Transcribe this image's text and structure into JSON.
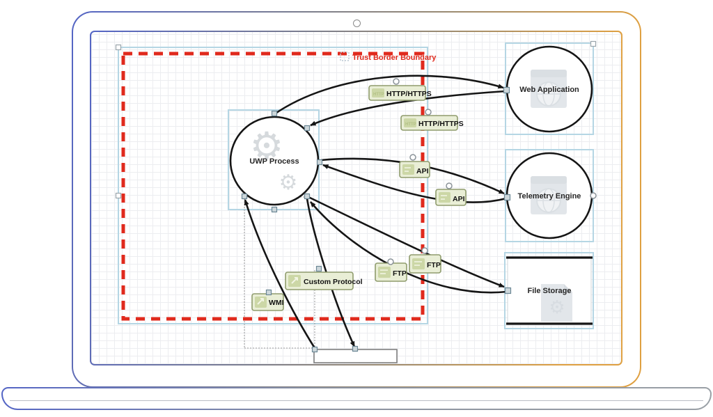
{
  "diagram": {
    "trust_boundary": {
      "label": "Trust Border Boundary"
    },
    "nodes": {
      "uwp": "UWP Process",
      "web": "Web Application",
      "telemetry": "Telemetry Engine",
      "storage": "File Storage"
    },
    "flows": {
      "http1": "HTTP/HTTPS",
      "http2": "HTTP/HTTPS",
      "api1": "API",
      "api2": "API",
      "ftp1": "FTP",
      "ftp2": "FTP",
      "custom": "Custom Protocol",
      "wmi": "WMI"
    },
    "icons": {
      "http_icon": "HTTP",
      "api_icon": "document-lines",
      "ftp_icon": "document-lines",
      "protocol_icon": "external-arrow",
      "gear_watermark": "⚙",
      "browser_watermark": "browser-globe",
      "file_watermark": "file-gear"
    },
    "colors": {
      "boundary_red": "#e02a1d",
      "flow_black": "#151515",
      "label_bg": "#e9eed6",
      "label_border": "#8f9c6d",
      "label_icon_bg": "#ccd7a6",
      "selection_blue": "#b5d6e4",
      "frame_blue": "#5465c5",
      "frame_orange": "#dfa041",
      "watermark_gray": "#d6dadd"
    }
  }
}
